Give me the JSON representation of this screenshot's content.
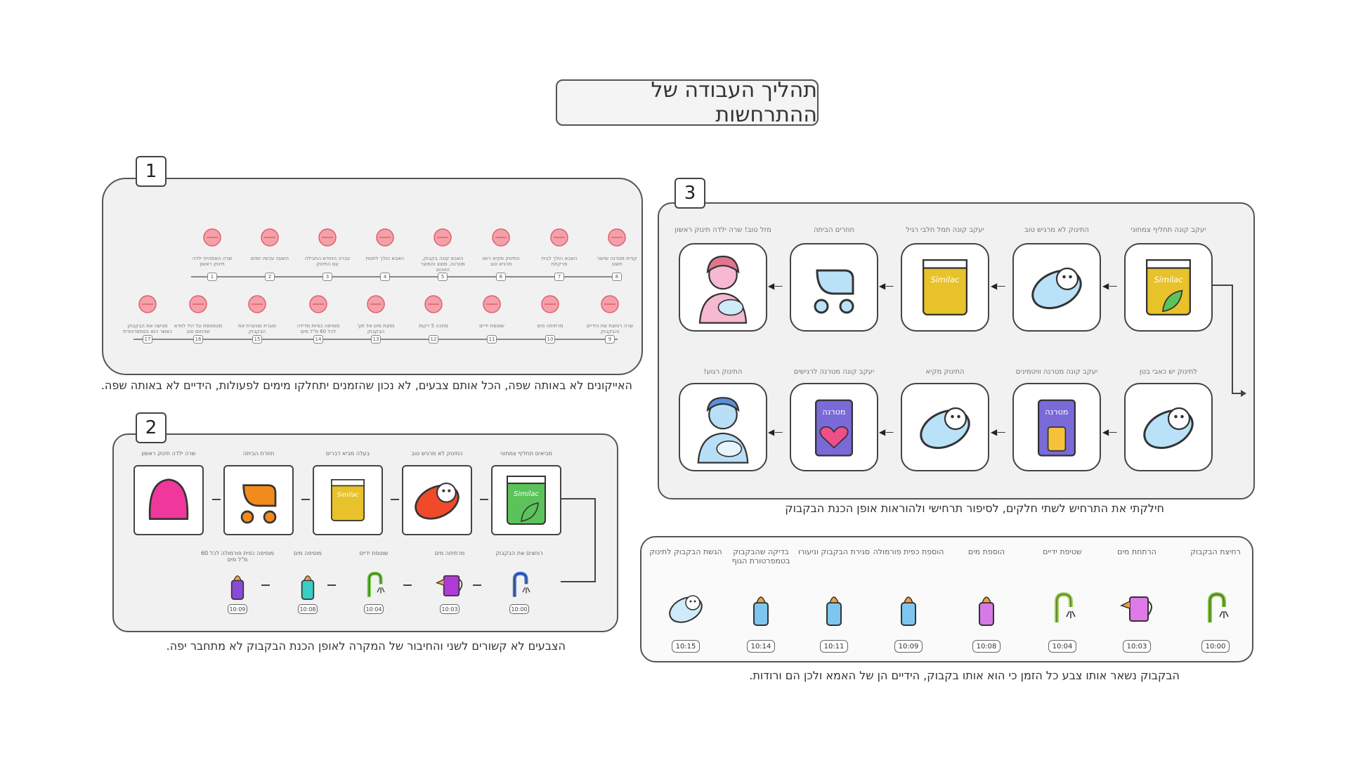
{
  "title": "תהליך העבודה של ההתרחשות",
  "panel1": {
    "tag": "1",
    "caption": "האייקונים לא באותה שפה, הכל אותם צבעים, לא נכון שהזמנים יתחלקו מימים לפעולות, הידיים לא באותה שפה.",
    "row1": [
      {
        "num": "8",
        "label": "קניית מטרנה שיעור חשוב"
      },
      {
        "num": "7",
        "label": "האבא הולך לבית מרקחת"
      },
      {
        "num": "6",
        "label": "התינוק מקיא רואו מרגיש טוב"
      },
      {
        "num": "5",
        "label": "האבא קונה בקבוק, מטרנה, מוצצ והמוצר האהוב"
      },
      {
        "num": "4",
        "label": "האבא הולך לחנות"
      },
      {
        "num": "3",
        "label": "עברה החודש החבילה עם התינוק"
      },
      {
        "num": "2",
        "label": "השעה עכשיו יומים"
      },
      {
        "num": "1",
        "label": "שרה האמהית ילדה תינוק ראשון"
      }
    ],
    "row2": [
      {
        "num": "9",
        "label": "שרה רוחצת את הידיים והבקבוק"
      },
      {
        "num": "10",
        "label": "מרתיחה מים"
      },
      {
        "num": "11",
        "label": "שוטפת ידיים"
      },
      {
        "num": "12",
        "label": "מחכה 5 דקות"
      },
      {
        "num": "13",
        "label": "מוזגת מים אל תוך הבקבוק"
      },
      {
        "num": "14",
        "label": "מוסיפה כפיות מדידה לכל 60 מ\"ל מים"
      },
      {
        "num": "15",
        "label": "סוגרת ומנערת את הבקבוק"
      },
      {
        "num": "16",
        "label": "מטפטפת על היד לוודא שהחום טוב"
      },
      {
        "num": "17",
        "label": "מגישה את הבקבוק כאשר הוא בטמפרטורת הגוף"
      }
    ]
  },
  "panel2": {
    "tag": "2",
    "caption": "הצבעים לא קשורים לשני והחיבור של המקרה לאופן הכנת הבקבוק לא מתחבר יפה.",
    "top": [
      {
        "label": "מביאים תחליף צמחוני"
      },
      {
        "label": "התינוק לא מרגיש טוב"
      },
      {
        "label": "בעלה מביא דברים"
      },
      {
        "label": "חוזרת הביתה"
      },
      {
        "label": "שרה ילדה תינוק ראשון"
      }
    ],
    "bottom": [
      {
        "label": "רוחצים את הבקבוק",
        "time": "10:00"
      },
      {
        "label": "מרתיחה מים",
        "time": "10:03"
      },
      {
        "label": "שוטפת ידיים",
        "time": "10:04"
      },
      {
        "label": "מוסיפה מים",
        "time": "10:08"
      },
      {
        "label": "מוסיפה כפית פורמולה לכל 60 מ\"ל מים",
        "time": "10:09"
      }
    ],
    "brand": "Similac"
  },
  "panel3": {
    "tag": "3",
    "caption": "חילקתי את התרחיש לשתי חלקים, לסיפור תרחישי ולהוראות אופן הכנת הבקבוק",
    "row1": [
      {
        "label": "יעקב קונה תחליף צמחוני"
      },
      {
        "label": "התינוק לא מרגיש טוב"
      },
      {
        "label": "יעקב קונה תמל חלבי רגיל"
      },
      {
        "label": "חוזרים הביתה"
      },
      {
        "label": "מזל טוב! שרה ילדה תינוק ראשון"
      }
    ],
    "row2": [
      {
        "label": "לתינוק יש כאבי בטן"
      },
      {
        "label": "יעקב קונה מטרנה וויטמינים"
      },
      {
        "label": "התינוק מקיא"
      },
      {
        "label": "יעקב קונה מטרנה לרגישים"
      },
      {
        "label": "התינוק רגוע!"
      }
    ],
    "brand": "Similac",
    "matarna": "מטרנה"
  },
  "panel4": {
    "caption": "הבקבוק נשאר אותו צבע כל הזמן כי הוא אותו בקבוק, הידיים הן של האמא ולכן הם ורודות.",
    "steps": [
      {
        "label": "רחיצת הבקבוק",
        "time": "10:00"
      },
      {
        "label": "הרתחת מים",
        "time": "10:03"
      },
      {
        "label": "שטיפת ידיים",
        "time": "10:04"
      },
      {
        "label": "הוספת מים",
        "time": "10:08"
      },
      {
        "label": "הוספת כפית פורמולה",
        "time": "10:09"
      },
      {
        "label": "סגירת הבקבוק וניעורו",
        "time": "10:11"
      },
      {
        "label": "בדיקה שהבקבוק בטמפרטורת הגוף",
        "time": "10:14"
      },
      {
        "label": "הגשת הבקבוק לתינוק",
        "time": "10:15"
      }
    ]
  },
  "colors": {
    "pink_icon": "#e8657a",
    "pink_soft": "#f4a8c0",
    "blue_soft": "#b9e1f7",
    "yellow": "#e8c22a",
    "green": "#5cc25a",
    "purple": "#cf7ee4",
    "navy_purple": "#6e64c8"
  }
}
